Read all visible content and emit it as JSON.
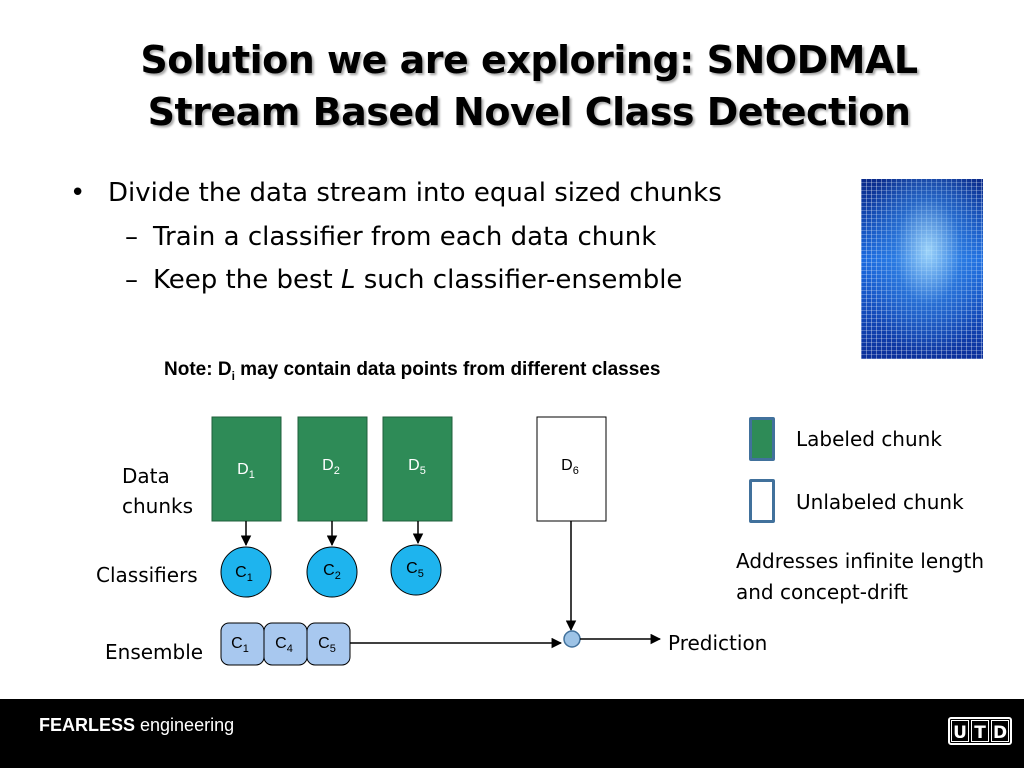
{
  "title": {
    "line1": "Solution we are exploring: SNODMAL",
    "line2": "Stream Based Novel Class Detection"
  },
  "bullets": {
    "main_marker": "•",
    "main": "Divide the data stream into equal sized chunks",
    "sub_marker": "–",
    "sub1": "Train a classifier from each data chunk",
    "sub2_pre": "Keep the best ",
    "sub2_italic": "L",
    "sub2_post": " such classifier-ensemble"
  },
  "note": {
    "prefix": "Note: D",
    "subscript": "i",
    "suffix": " may contain data points from different classes"
  },
  "diagram": {
    "row_labels": {
      "data_line1": "Data",
      "data_line2": "chunks",
      "classifiers": "Classifiers",
      "ensemble": "Ensemble"
    },
    "labeled_chunks": [
      {
        "base": "D",
        "sub": "1"
      },
      {
        "base": "D",
        "sub": "2"
      },
      {
        "base": "D",
        "sub": "5"
      }
    ],
    "unlabeled_chunk": {
      "base": "D",
      "sub": "6"
    },
    "classifiers": [
      {
        "base": "C",
        "sub": "1"
      },
      {
        "base": "C",
        "sub": "2"
      },
      {
        "base": "C",
        "sub": "5"
      }
    ],
    "ensemble_members": [
      {
        "base": "C",
        "sub": "1"
      },
      {
        "base": "C",
        "sub": "4"
      },
      {
        "base": "C",
        "sub": "5"
      }
    ],
    "output_label": "Prediction",
    "colors": {
      "labeled_fill": "#2e8b57",
      "classifier_fill": "#1eb4ee",
      "ensemble_fill": "#a8c8ef",
      "combiner_fill": "#9dc3e6",
      "outline": "#41719c"
    }
  },
  "legend": {
    "labeled": "Labeled chunk",
    "unlabeled": "Unlabeled chunk",
    "note_line1": "Addresses infinite length",
    "note_line2": "and concept-drift"
  },
  "footer": {
    "brand_bold": "FEARLESS",
    "brand_rest": " engineering",
    "logo_letters": [
      "U",
      "T",
      "D"
    ]
  }
}
